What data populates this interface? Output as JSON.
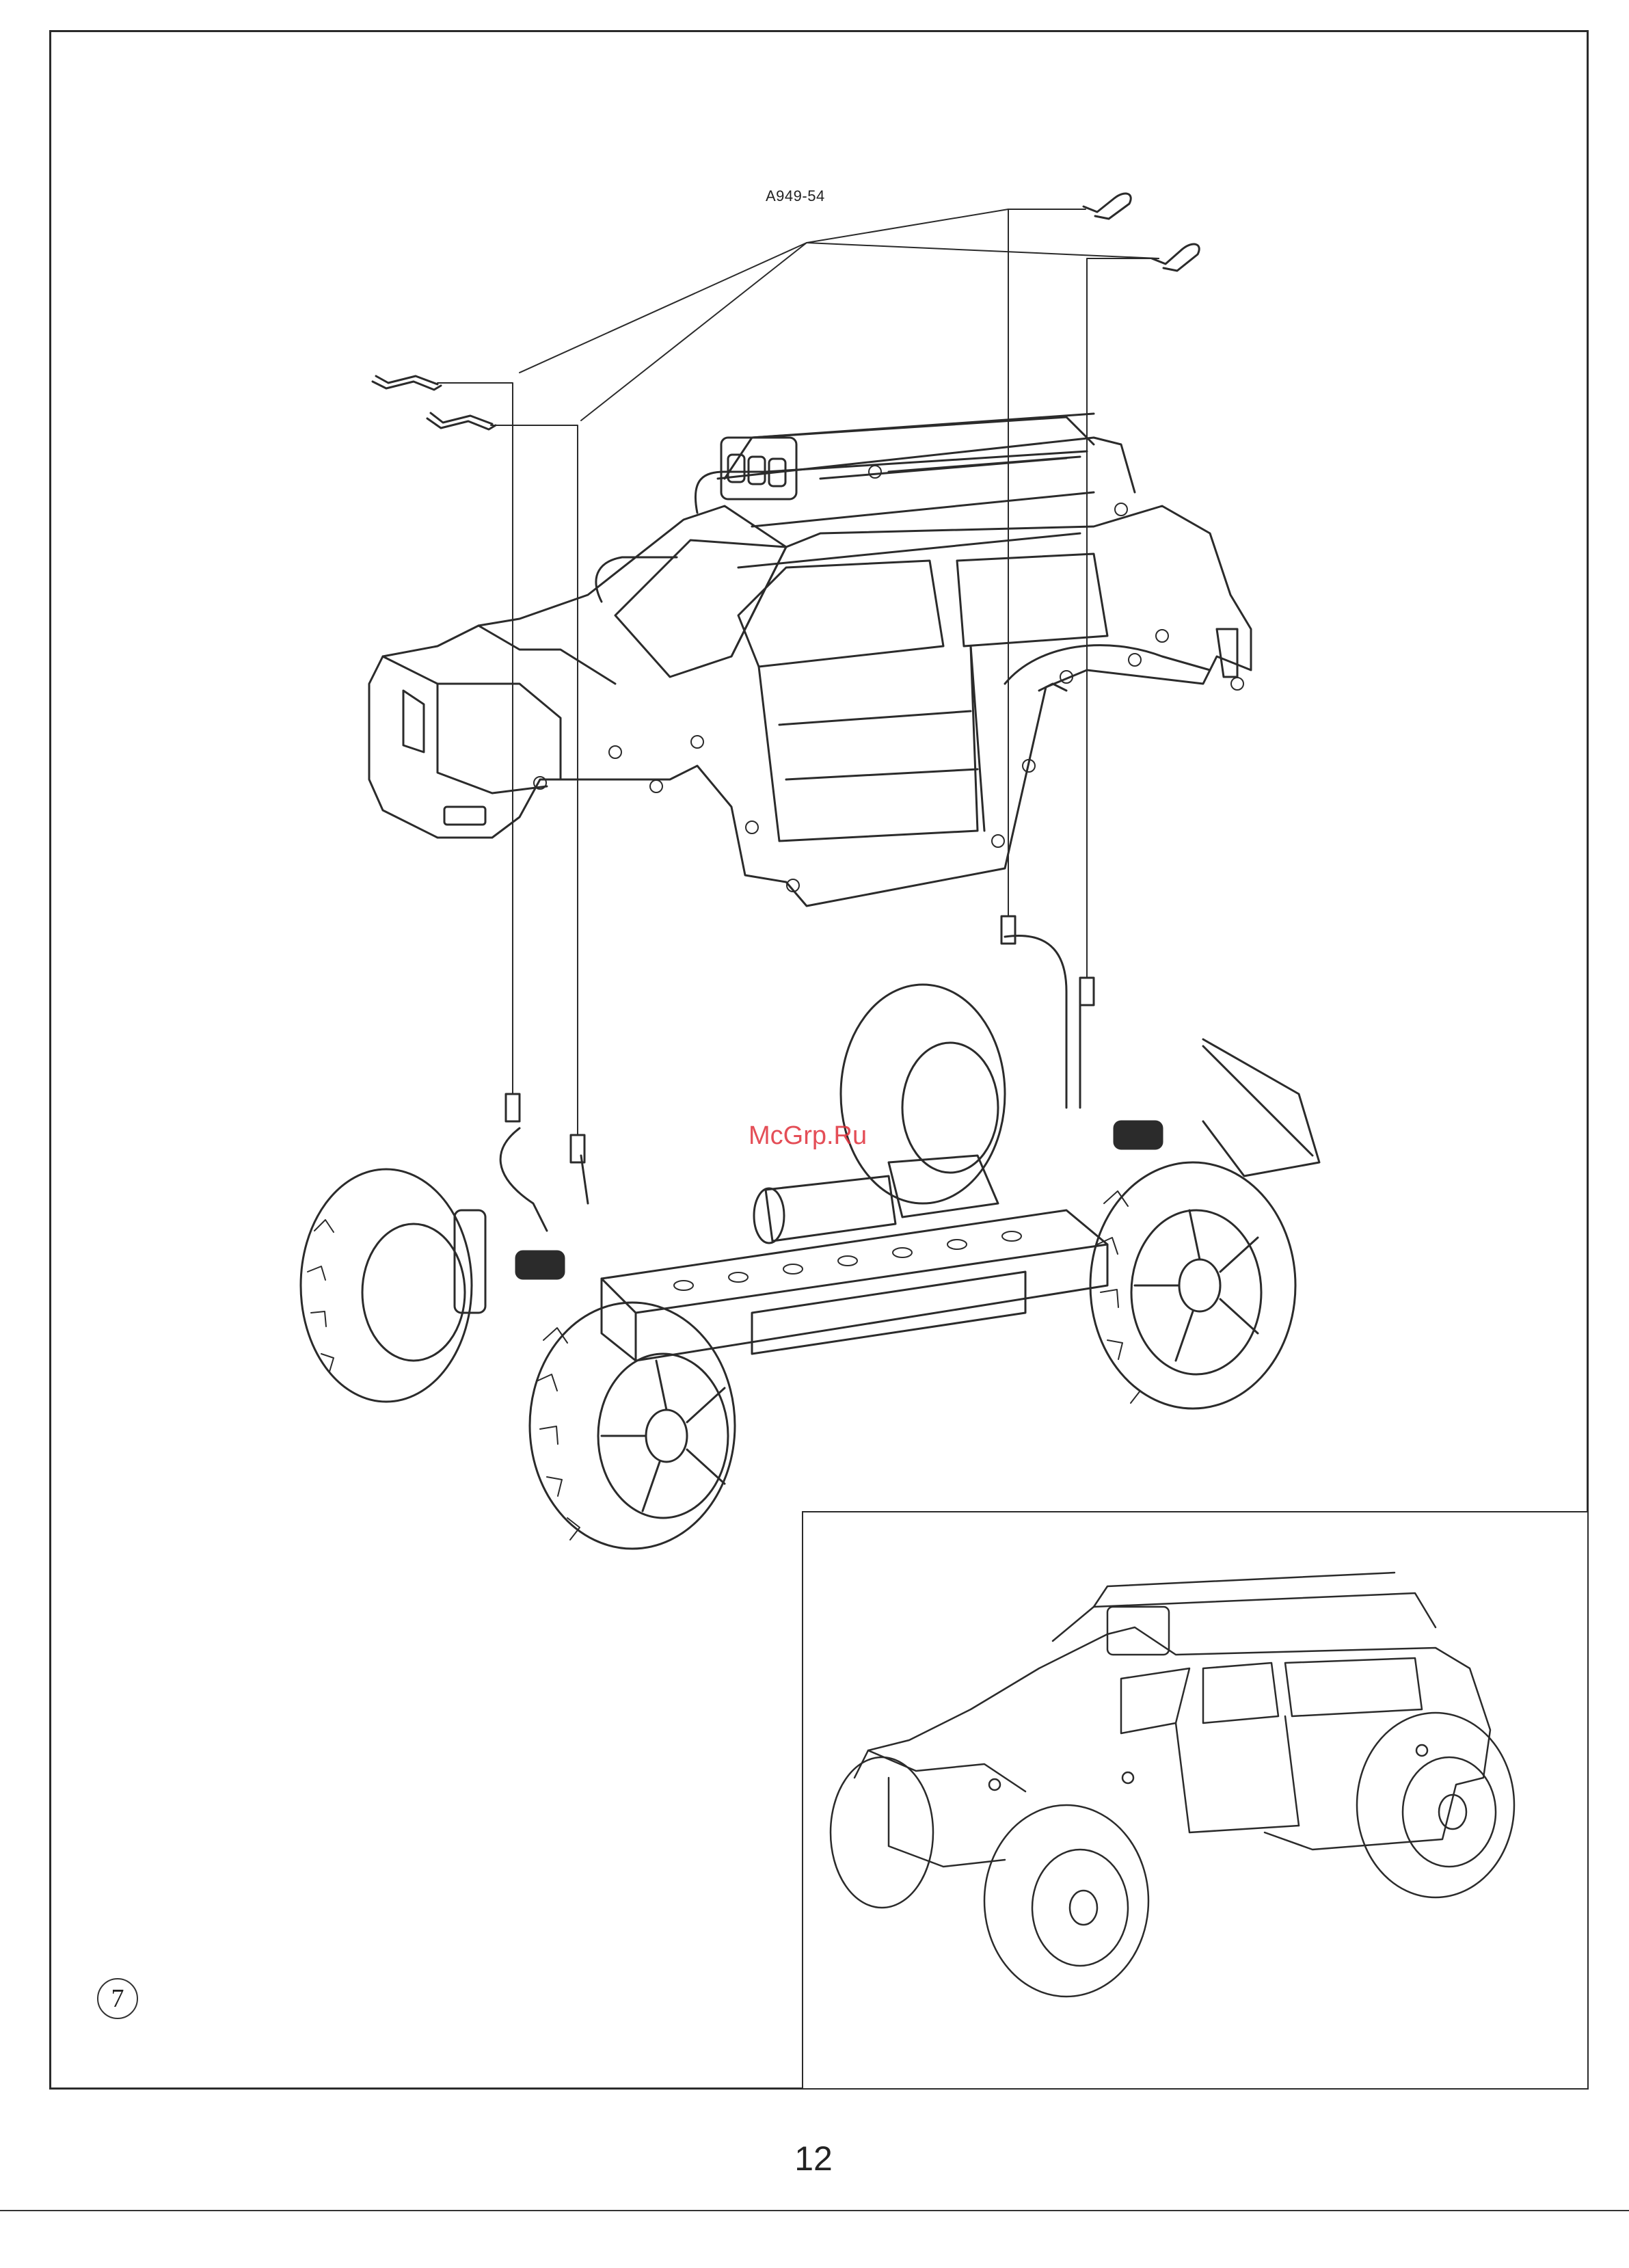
{
  "callout": {
    "part_code": "A949-54"
  },
  "watermark": {
    "text": "McGrp.Ru"
  },
  "step": {
    "number": "7"
  },
  "footer": {
    "page_number": "12"
  },
  "colors": {
    "line": "#2b2b2b",
    "watermark": "#e0303a",
    "paper": "#ffffff"
  }
}
